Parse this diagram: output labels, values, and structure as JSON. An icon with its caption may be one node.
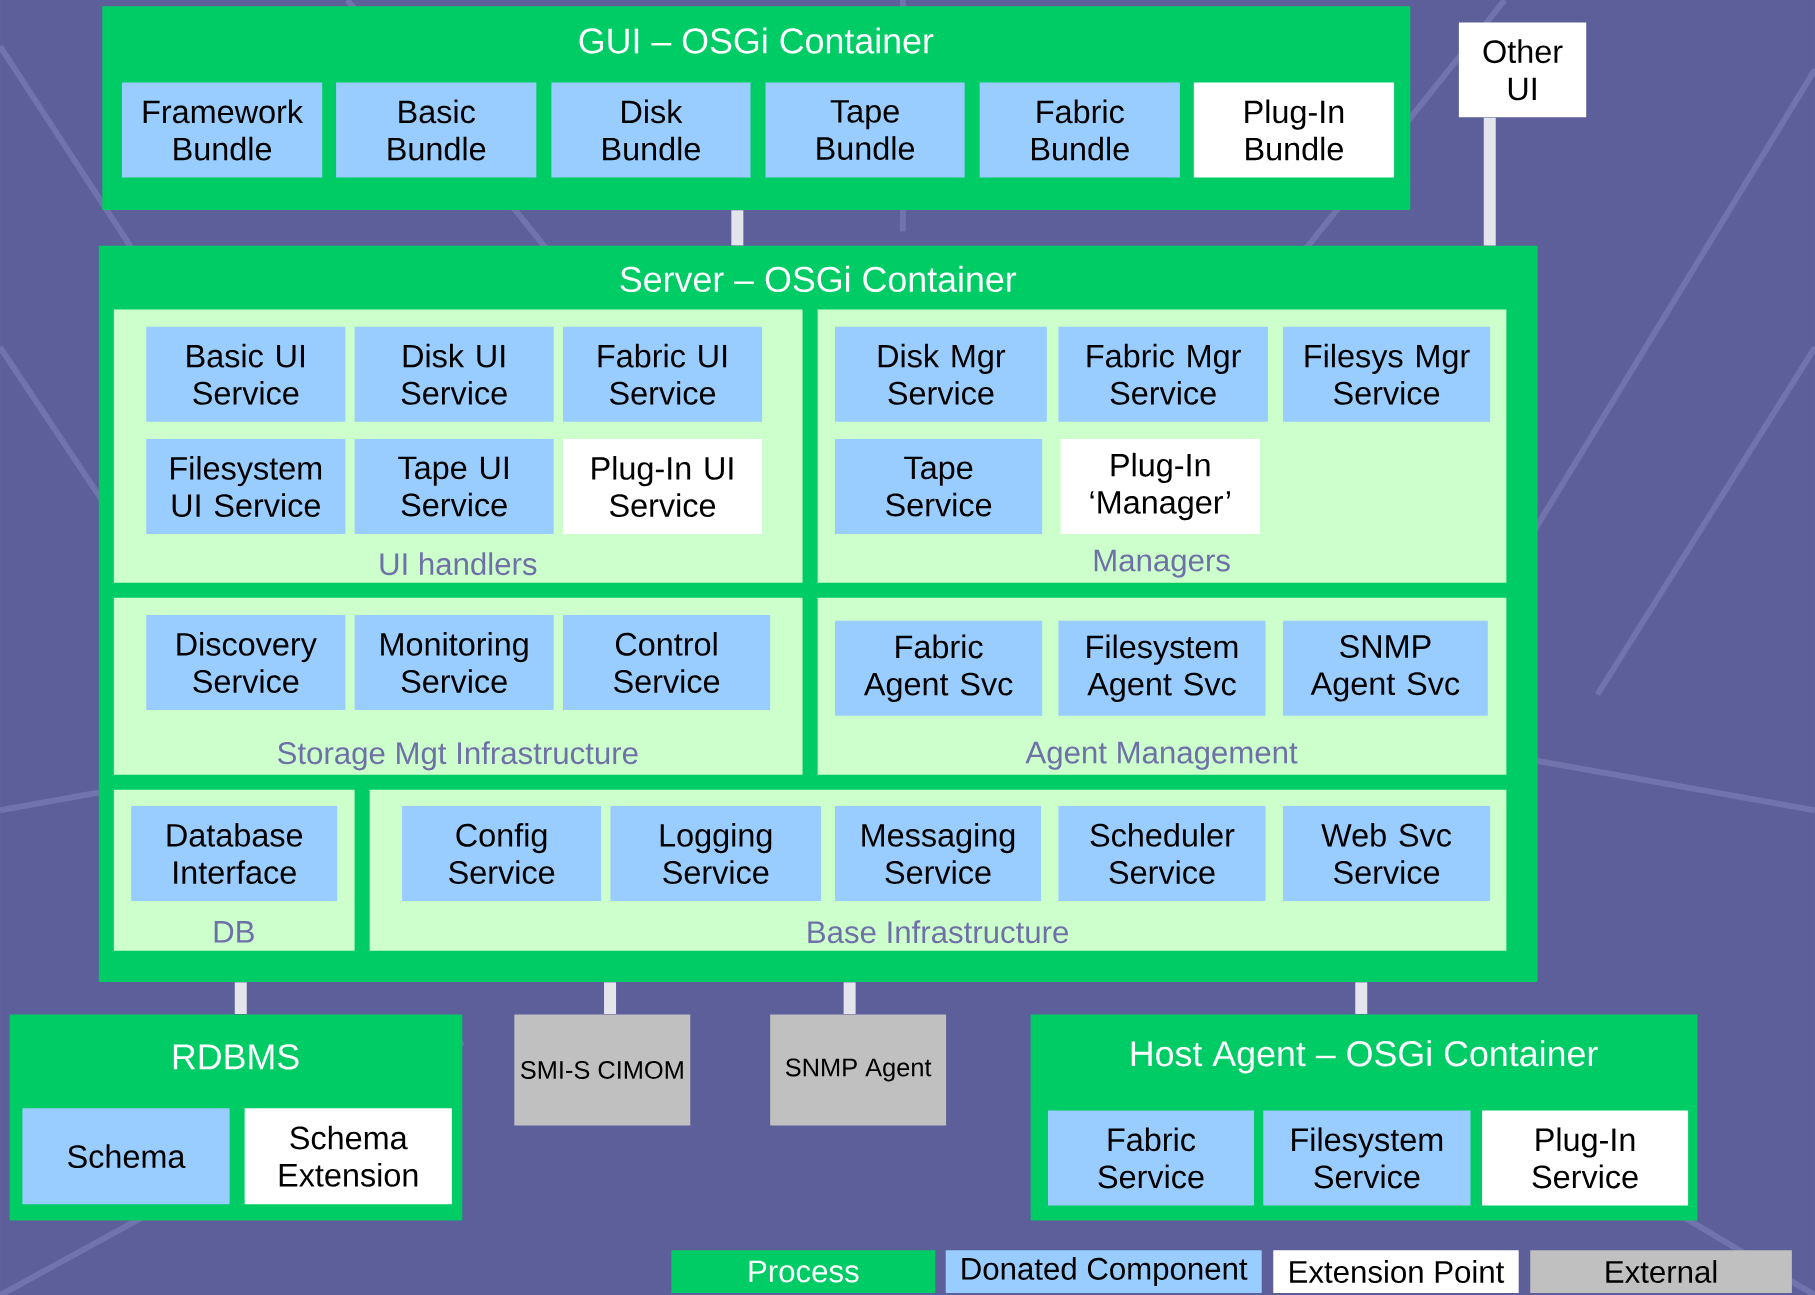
{
  "diagram": {
    "nodes": [
      {
        "text": [
          "GUI – OSGi Container"
        ]
      },
      {
        "text": [
          "Framework Bundle"
        ],
        "in": 0
      },
      {
        "text": [
          "Basic Bundle"
        ],
        "in": 0
      },
      {
        "text": [
          "Disk Bundle"
        ],
        "in": 0
      },
      {
        "text": [
          "Tape Bundle"
        ],
        "in": 0
      },
      {
        "text": [
          "Fabric Bundle"
        ],
        "in": 0
      },
      {
        "text": [
          "Plug-In Bundle"
        ],
        "in": 0
      },
      {
        "text": [
          "Other UI"
        ]
      },
      {
        "text": [
          "Server – OSGi Container"
        ]
      },
      {
        "text": [
          "UI handlers"
        ],
        "in": 8
      },
      {
        "text": [
          "Basic UI Service"
        ],
        "in": 9
      },
      {
        "text": [
          "Disk UI Service"
        ],
        "in": 9
      },
      {
        "text": [
          "Fabric UI Service"
        ],
        "in": 9
      },
      {
        "text": [
          "Filesystem UI Service"
        ],
        "in": 9
      },
      {
        "text": [
          "Tape UI Service"
        ],
        "in": 9
      },
      {
        "text": [
          "Plug-In UI Service"
        ],
        "in": 9
      },
      {
        "text": [
          "Managers"
        ],
        "in": 8
      },
      {
        "text": [
          "Disk Mgr Service"
        ],
        "in": 16
      },
      {
        "text": [
          "Fabric Mgr Service"
        ],
        "in": 16
      },
      {
        "text": [
          "Filesys Mgr Service"
        ],
        "in": 16
      },
      {
        "text": [
          "Tape Service"
        ],
        "in": 16
      },
      {
        "text": [
          "Plug-In ‘Manager’"
        ],
        "in": 16
      },
      {
        "text": [
          "Storage Mgt Infrastructure"
        ],
        "in": 8
      },
      {
        "text": [
          "Discovery Service"
        ],
        "in": 22
      },
      {
        "text": [
          "Monitoring Service"
        ],
        "in": 22
      },
      {
        "text": [
          "Control Service"
        ],
        "in": 22
      },
      {
        "text": [
          "Agent Management"
        ],
        "in": 8
      },
      {
        "text": [
          "Fabric Agent Svc"
        ],
        "in": 26
      },
      {
        "text": [
          "Filesystem Agent Svc"
        ],
        "in": 26
      },
      {
        "text": [
          "SNMP Agent Svc"
        ],
        "in": 26
      },
      {
        "text": [
          "DB"
        ],
        "in": 8
      },
      {
        "text": [
          "Database Interface"
        ],
        "in": 30
      },
      {
        "text": [
          "Base Infrastructure"
        ],
        "in": 8
      },
      {
        "text": [
          "Config Service"
        ],
        "in": 32
      },
      {
        "text": [
          "Logging Service"
        ],
        "in": 32
      },
      {
        "text": [
          "Messaging Service"
        ],
        "in": 32
      },
      {
        "text": [
          "Scheduler Service"
        ],
        "in": 32
      },
      {
        "text": [
          "Web Svc Service"
        ],
        "in": 32
      },
      {
        "text": [
          "RDBMS"
        ]
      },
      {
        "text": [
          "Schema"
        ],
        "in": 38
      },
      {
        "text": [
          "Schema Extension"
        ],
        "in": 38
      },
      {
        "text": [
          "SMI-S CIMOM"
        ]
      },
      {
        "text": [
          "SNMP Agent"
        ]
      },
      {
        "text": [
          "Host Agent – OSGi Container"
        ]
      },
      {
        "text": [
          "Fabric Service"
        ],
        "in": 43
      },
      {
        "text": [
          "Filesystem Service"
        ],
        "in": 43
      },
      {
        "text": [
          "Plug-In Service"
        ],
        "in": 43
      }
    ],
    "edges": [
      {
        "from": 0,
        "to": 8,
        "arrow": "none"
      },
      {
        "from": 7,
        "to": 8,
        "arrow": "none"
      },
      {
        "from": 8,
        "to": 38,
        "arrow": "none"
      },
      {
        "from": 8,
        "to": 41,
        "arrow": "none"
      },
      {
        "from": 8,
        "to": 42,
        "arrow": "none"
      },
      {
        "from": 8,
        "to": 43,
        "arrow": "none"
      }
    ],
    "legend": [
      {
        "text": "Process",
        "color": "#00cc66"
      },
      {
        "text": "Donated Component",
        "color": "#99ccff"
      },
      {
        "text": "Extension Point",
        "color": "#ffffff"
      },
      {
        "text": "External",
        "color": "#c0c0c0"
      }
    ]
  }
}
